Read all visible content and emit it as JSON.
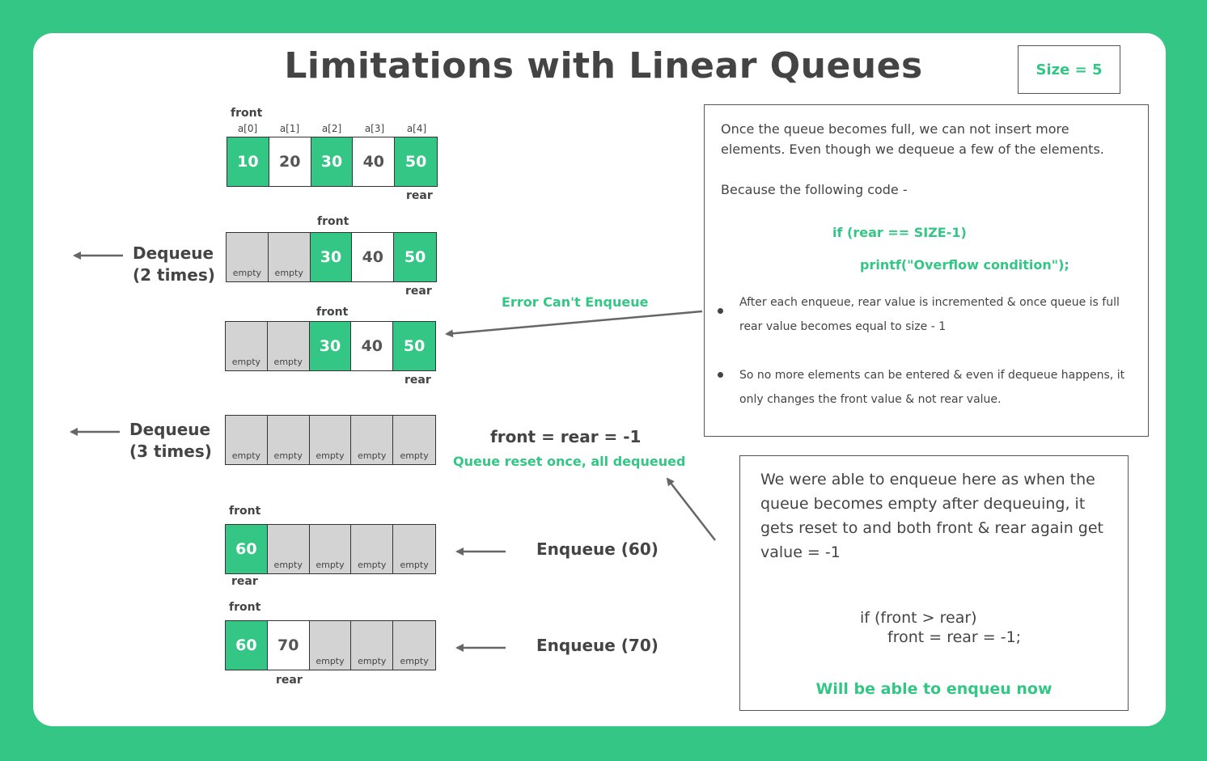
{
  "title": "Limitations with Linear Queues",
  "size_label": "Size = 5",
  "colors": {
    "accent": "#33c685",
    "empty": "#d3d3d3",
    "text": "#444444"
  },
  "queue": {
    "indices": [
      "a[0]",
      "a[1]",
      "a[2]",
      "a[3]",
      "a[4]"
    ],
    "front": "front",
    "rear": "rear",
    "empty": "empty",
    "values": [
      "10",
      "20",
      "30",
      "40",
      "50",
      "60",
      "70"
    ]
  },
  "ops": {
    "dequeue2_line1": "Dequeue",
    "dequeue2_line2": "(2 times)",
    "dequeue3_line1": "Dequeue",
    "dequeue3_line2": "(3 times)",
    "enqueue60": "Enqueue (60)",
    "enqueue70": "Enqueue (70)",
    "error": "Error Can't Enqueue",
    "reset_eq": "front = rear = -1",
    "reset_note": "Queue reset once, all dequeued"
  },
  "box1": {
    "para1": "Once the queue becomes full, we can not insert more elements. Even though we dequeue a few of the elements.",
    "para2": "Because the following code -",
    "code1": "if (rear == SIZE-1)",
    "code2": "printf(\"Overflow condition\");",
    "bullet1": "After each enqueue, rear value is incremented & once queue is full rear value becomes equal to size - 1",
    "bullet2": "So no more elements can be entered & even if dequeue happens, it only changes the front value & not rear value."
  },
  "box2": {
    "para": "We were able to enqueue here as when the queue becomes empty after dequeuing, it gets reset to and both front & rear again get value = -1",
    "code1": "if (front > rear)",
    "code2": "front = rear = -1;",
    "note": "Will be able to enqueu now"
  }
}
